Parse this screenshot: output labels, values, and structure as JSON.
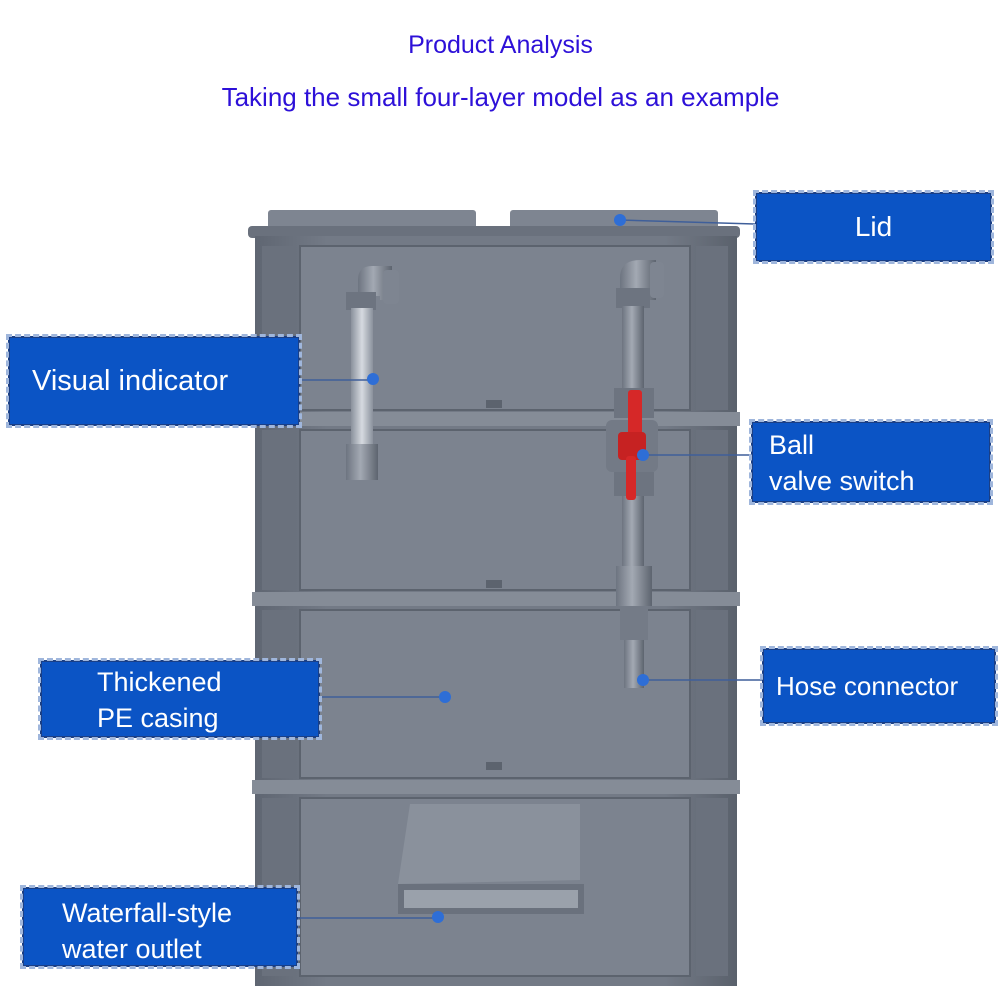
{
  "header": {
    "title": "Product Analysis",
    "subtitle": "Taking the small four-layer model as an example"
  },
  "labels": {
    "lid": "Lid",
    "visual_indicator": "Visual indicator",
    "ball_valve_line1": "Ball",
    "ball_valve_line2": "valve switch",
    "thickened_line1": "Thickened",
    "thickened_line2": "PE casing",
    "hose_connector": "Hose connector",
    "waterfall_line1": "Waterfall-style",
    "waterfall_line2": "water outlet"
  },
  "colors": {
    "title": "#2d10d8",
    "label_bg": "#0b54c5",
    "label_text": "#ffffff",
    "casing": "#6b7280",
    "valve_handle": "#d62828",
    "pointer_dot": "#2e6ed6"
  }
}
